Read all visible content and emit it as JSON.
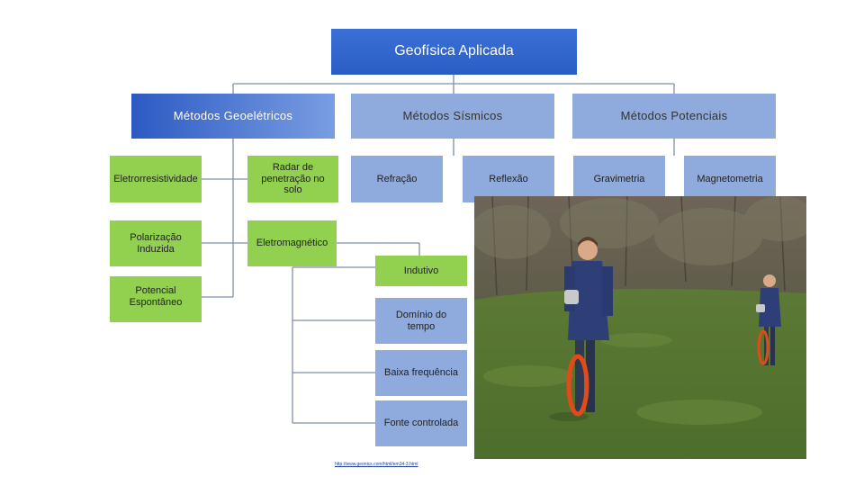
{
  "title": "Geofísica Aplicada",
  "categories": {
    "geoelectric": "Métodos Geoelétricos",
    "seismic": "Métodos Sísmicos",
    "potential": "Métodos Potenciais"
  },
  "geoelectric_methods": {
    "resistivity": "Eletrorresistividade",
    "induced_polarization": "Polarização Induzida",
    "spontaneous_potential": "Potencial Espontâneo",
    "gpr": "Radar de penetração no solo",
    "electromagnetic": "Eletromagnético"
  },
  "electromagnetic_submethods": {
    "inductive": "Indutivo",
    "time_domain": "Domínio do tempo",
    "low_frequency": "Baixa frequência",
    "controlled_source": "Fonte controlada"
  },
  "seismic_methods": {
    "refraction": "Refração",
    "reflection": "Reflexão"
  },
  "potential_methods": {
    "gravimetry": "Gravimetria",
    "magnetometry": "Magnetometria"
  },
  "source_link": "http://www.geonics.com/html/em34-3.html",
  "colors": {
    "title_blue": "#2a5ec4",
    "category_blue": "#8faadc",
    "leaf_green": "#92d050",
    "connector": "#7f8fa6"
  }
}
